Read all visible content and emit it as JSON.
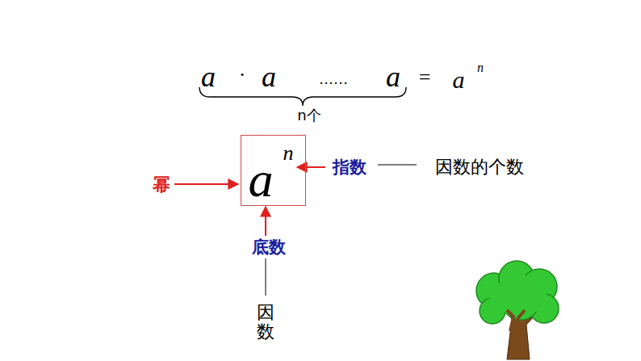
{
  "diagram": {
    "nodes": [
      {
        "text": [
          "a",
          "n"
        ]
      }
    ],
    "labels": [
      "a",
      "·",
      "a",
      "……",
      "a",
      "=",
      "a",
      "n",
      "n个",
      "幂",
      "指数",
      "因数的个数",
      "底数",
      "因数"
    ]
  }
}
